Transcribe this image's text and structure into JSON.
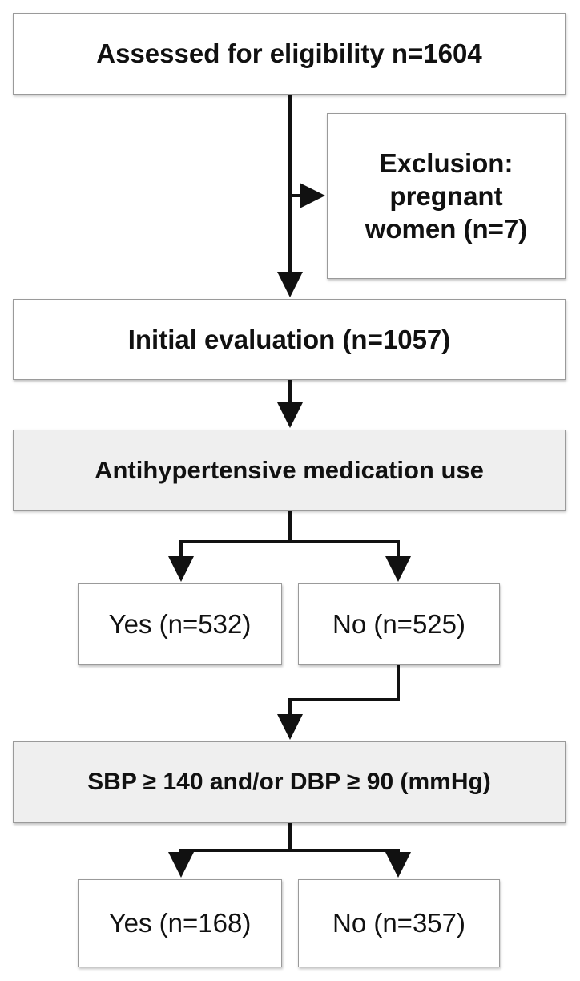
{
  "flowchart": {
    "assessed": "Assessed for eligibility n=1604",
    "exclusion": [
      "Exclusion:",
      "pregnant",
      "women (n=7)"
    ],
    "initial": "Initial evaluation (n=1057)",
    "medication": "Antihypertensive medication use",
    "med_yes": "Yes (n=532)",
    "med_no": "No (n=525)",
    "bp_criteria": "SBP ≥ 140 and/or DBP ≥ 90 (mmHg)",
    "bp_yes": "Yes (n=168)",
    "bp_no": "No (n=357)"
  },
  "colors": {
    "border": "#9a9a9a",
    "shaded_fill": "#efefef",
    "arrow": "#111111"
  }
}
